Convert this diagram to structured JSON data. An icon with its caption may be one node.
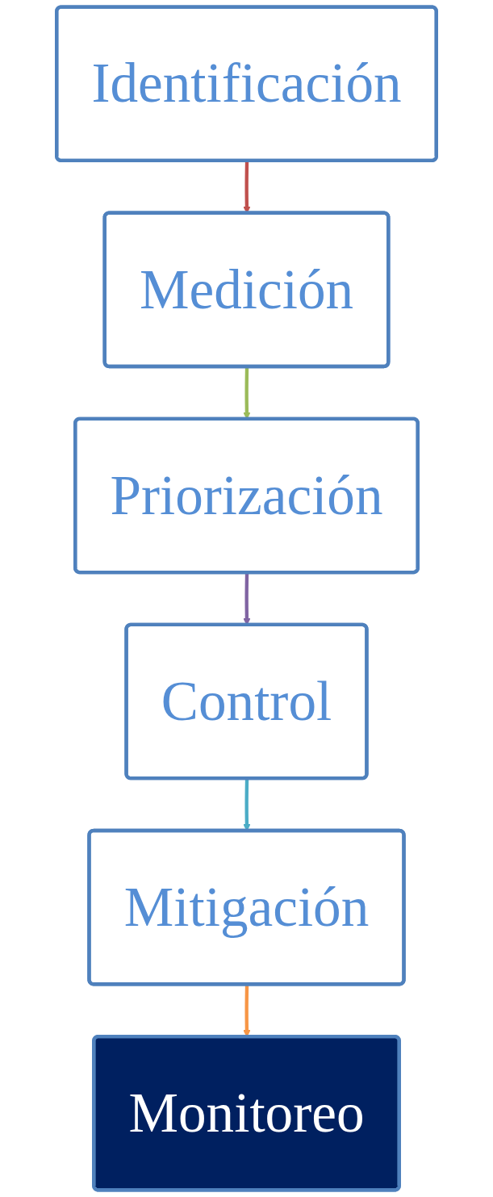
{
  "diagram": {
    "nodes": [
      {
        "text": [
          "Identificación"
        ]
      },
      {
        "text": [
          "Medición"
        ]
      },
      {
        "text": [
          "Priorización"
        ]
      },
      {
        "text": [
          "Control"
        ]
      },
      {
        "text": [
          "Mitigación"
        ]
      },
      {
        "text": [
          "Monitoreo"
        ]
      }
    ],
    "edges": [
      {
        "from": 0,
        "to": 1,
        "arrow": "to",
        "color": "#c0504d"
      },
      {
        "from": 1,
        "to": 2,
        "arrow": "to",
        "color": "#9bbb59"
      },
      {
        "from": 2,
        "to": 3,
        "arrow": "to",
        "color": "#8064a2"
      },
      {
        "from": 3,
        "to": 4,
        "arrow": "to",
        "color": "#4bacc6"
      },
      {
        "from": 4,
        "to": 5,
        "arrow": "to",
        "color": "#f79646"
      }
    ]
  }
}
